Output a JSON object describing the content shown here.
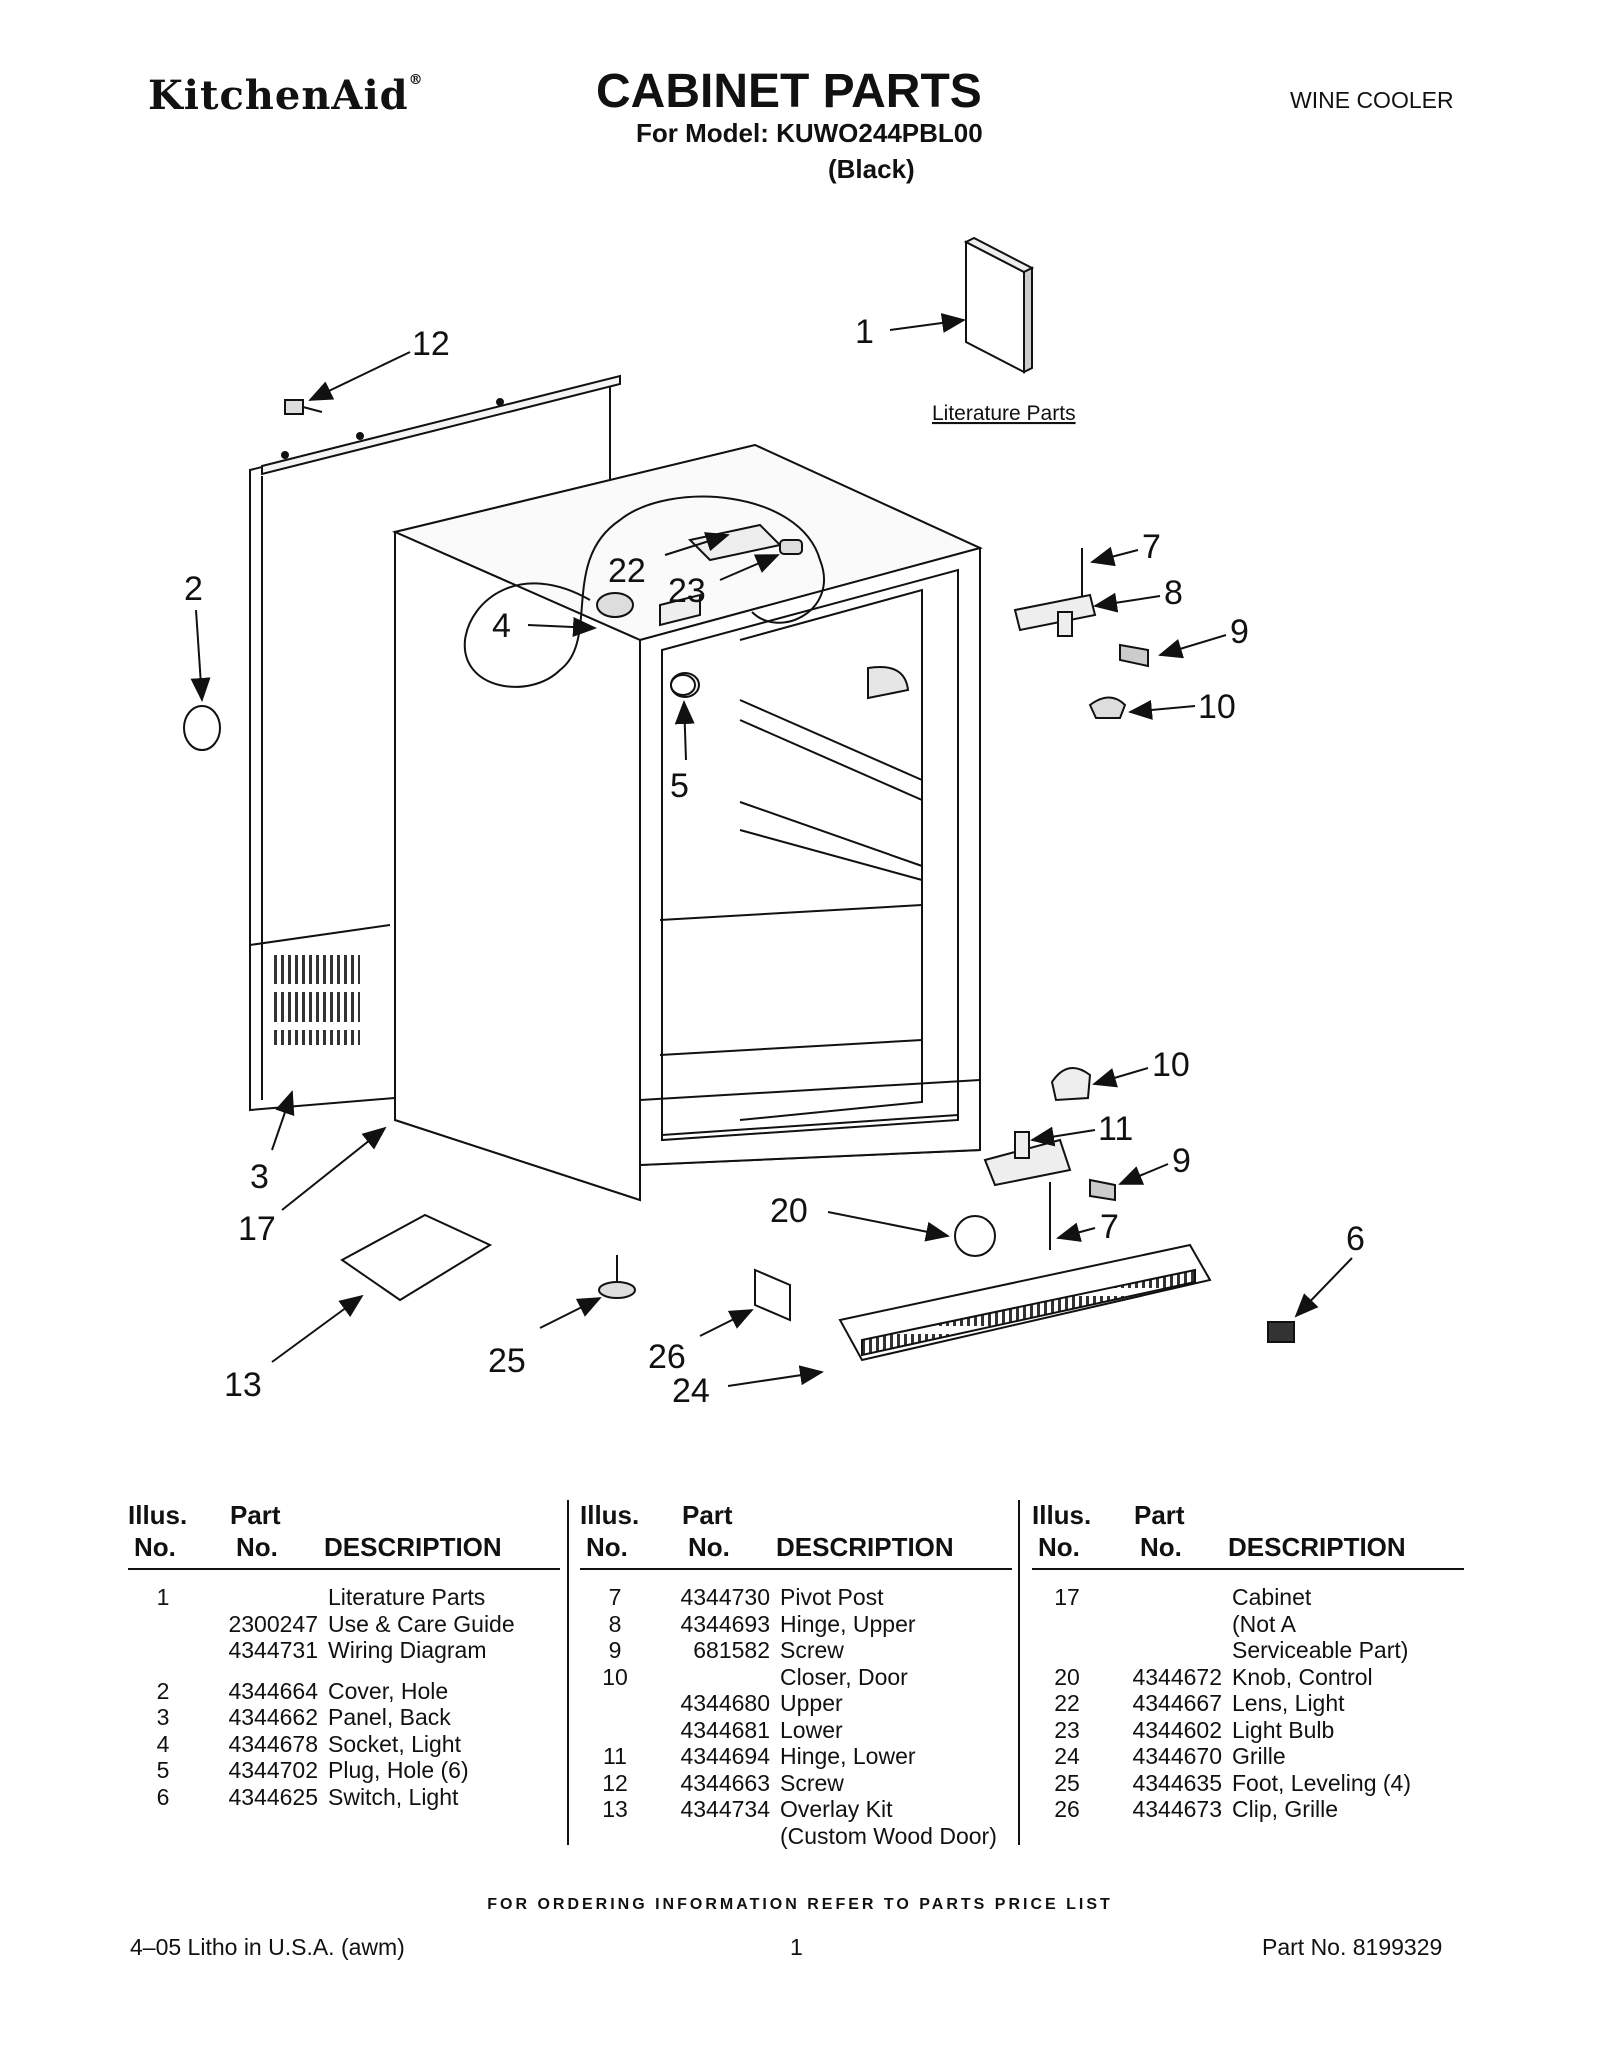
{
  "header": {
    "brand": "KitchenAid",
    "brand_mark": "®",
    "title": "CABINET PARTS",
    "model_line": "For Model: KUWO244PBL00",
    "color_line": "(Black)",
    "product_type": "WINE COOLER"
  },
  "diagram": {
    "literature_label": "Literature Parts",
    "callouts": [
      "1",
      "2",
      "3",
      "4",
      "5",
      "6",
      "7",
      "7",
      "8",
      "9",
      "9",
      "10",
      "10",
      "11",
      "12",
      "13",
      "17",
      "20",
      "22",
      "23",
      "24",
      "25",
      "26"
    ]
  },
  "table_headers": {
    "illus_1": "Illus.",
    "illus_2": "No.",
    "part_1": "Part",
    "part_2": "No.",
    "desc": "DESCRIPTION"
  },
  "columns": [
    {
      "rows": [
        {
          "illus": "1",
          "part": "",
          "desc": "Literature Parts"
        },
        {
          "illus": "",
          "part": "2300247",
          "desc": "Use & Care Guide"
        },
        {
          "illus": "",
          "part": "4344731",
          "desc": "Wiring Diagram"
        },
        {
          "gap": true
        },
        {
          "illus": "2",
          "part": "4344664",
          "desc": "Cover, Hole"
        },
        {
          "illus": "3",
          "part": "4344662",
          "desc": "Panel, Back"
        },
        {
          "illus": "4",
          "part": "4344678",
          "desc": "Socket, Light"
        },
        {
          "illus": "5",
          "part": "4344702",
          "desc": "Plug, Hole (6)"
        },
        {
          "illus": "6",
          "part": "4344625",
          "desc": "Switch, Light"
        }
      ]
    },
    {
      "rows": [
        {
          "illus": "7",
          "part": "4344730",
          "desc": "Pivot Post"
        },
        {
          "illus": "8",
          "part": "4344693",
          "desc": "Hinge, Upper"
        },
        {
          "illus": "9",
          "part": "681582",
          "desc": "Screw"
        },
        {
          "illus": "10",
          "part": "",
          "desc": "Closer, Door"
        },
        {
          "illus": "",
          "part": "4344680",
          "desc": "Upper"
        },
        {
          "illus": "",
          "part": "4344681",
          "desc": "Lower"
        },
        {
          "illus": "11",
          "part": "4344694",
          "desc": "Hinge, Lower"
        },
        {
          "illus": "12",
          "part": "4344663",
          "desc": "Screw"
        },
        {
          "illus": "13",
          "part": "4344734",
          "desc": "Overlay Kit"
        },
        {
          "illus": "",
          "part": "",
          "desc": "(Custom Wood Door)"
        }
      ]
    },
    {
      "rows": [
        {
          "illus": "17",
          "part": "",
          "desc": "Cabinet"
        },
        {
          "illus": "",
          "part": "",
          "desc": "(Not A"
        },
        {
          "illus": "",
          "part": "",
          "desc": "Serviceable Part)"
        },
        {
          "illus": "20",
          "part": "4344672",
          "desc": "Knob, Control"
        },
        {
          "illus": "22",
          "part": "4344667",
          "desc": "Lens, Light"
        },
        {
          "illus": "23",
          "part": "4344602",
          "desc": "Light Bulb"
        },
        {
          "illus": "24",
          "part": "4344670",
          "desc": "Grille"
        },
        {
          "illus": "25",
          "part": "4344635",
          "desc": "Foot, Leveling (4)"
        },
        {
          "illus": "26",
          "part": "4344673",
          "desc": "Clip, Grille"
        }
      ]
    }
  ],
  "footer": {
    "ordering_note": "FOR ORDERING INFORMATION REFER TO PARTS PRICE LIST",
    "litho": "4–05 Litho in U.S.A. (awm)",
    "page_number": "1",
    "part_number": "Part No. 8199329"
  }
}
